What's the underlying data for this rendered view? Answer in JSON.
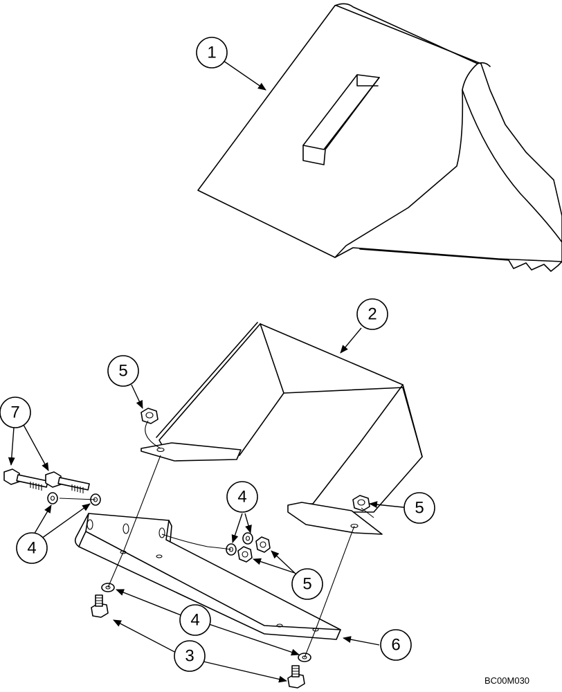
{
  "callouts": {
    "c1": "1",
    "c2": "2",
    "c3": "3",
    "c4a": "4",
    "c4b": "4",
    "c4c": "4",
    "c5a": "5",
    "c5b": "5",
    "c5c": "5",
    "c6": "6",
    "c7": "7"
  },
  "drawing_code": "BC00M030"
}
